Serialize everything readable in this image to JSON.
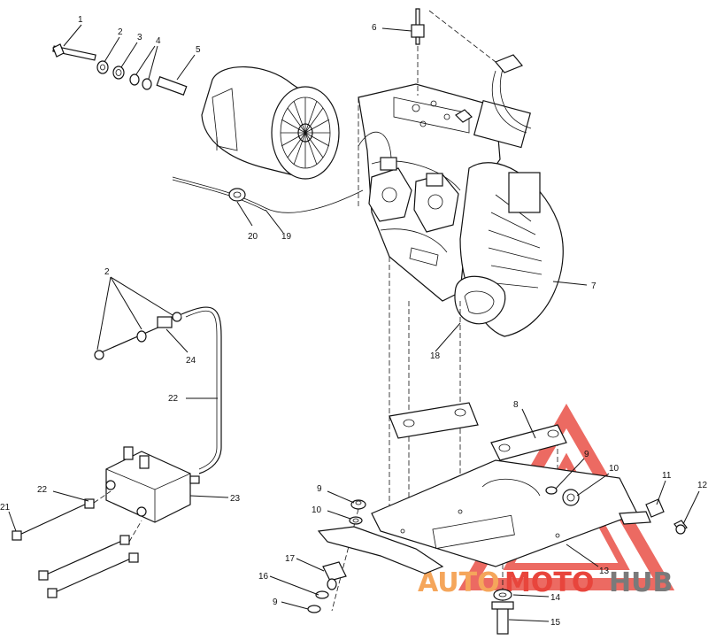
{
  "callouts": {
    "c1": "1",
    "c2": "2",
    "c3": "3",
    "c4": "4",
    "c5": "5",
    "c6": "6",
    "c7": "7",
    "c8": "8",
    "c9a": "9",
    "c9b": "9",
    "c9c": "9",
    "c10a": "10",
    "c10b": "10",
    "c11": "11",
    "c12": "12",
    "c13": "13",
    "c14": "14",
    "c15": "15",
    "c16": "16",
    "c17": "17",
    "c18": "18",
    "c19": "19",
    "c20": "20",
    "c21": "21",
    "c22a": "22",
    "c22b": "22",
    "c23": "23",
    "c24": "24",
    "c2b": "2"
  },
  "watermark": {
    "auto": "AUTO",
    "moto": "MOTO",
    "hub": "HUB",
    "color_red": "#e8453c",
    "color_orange": "#f5a65b",
    "color_gray": "#7a7a7a"
  }
}
